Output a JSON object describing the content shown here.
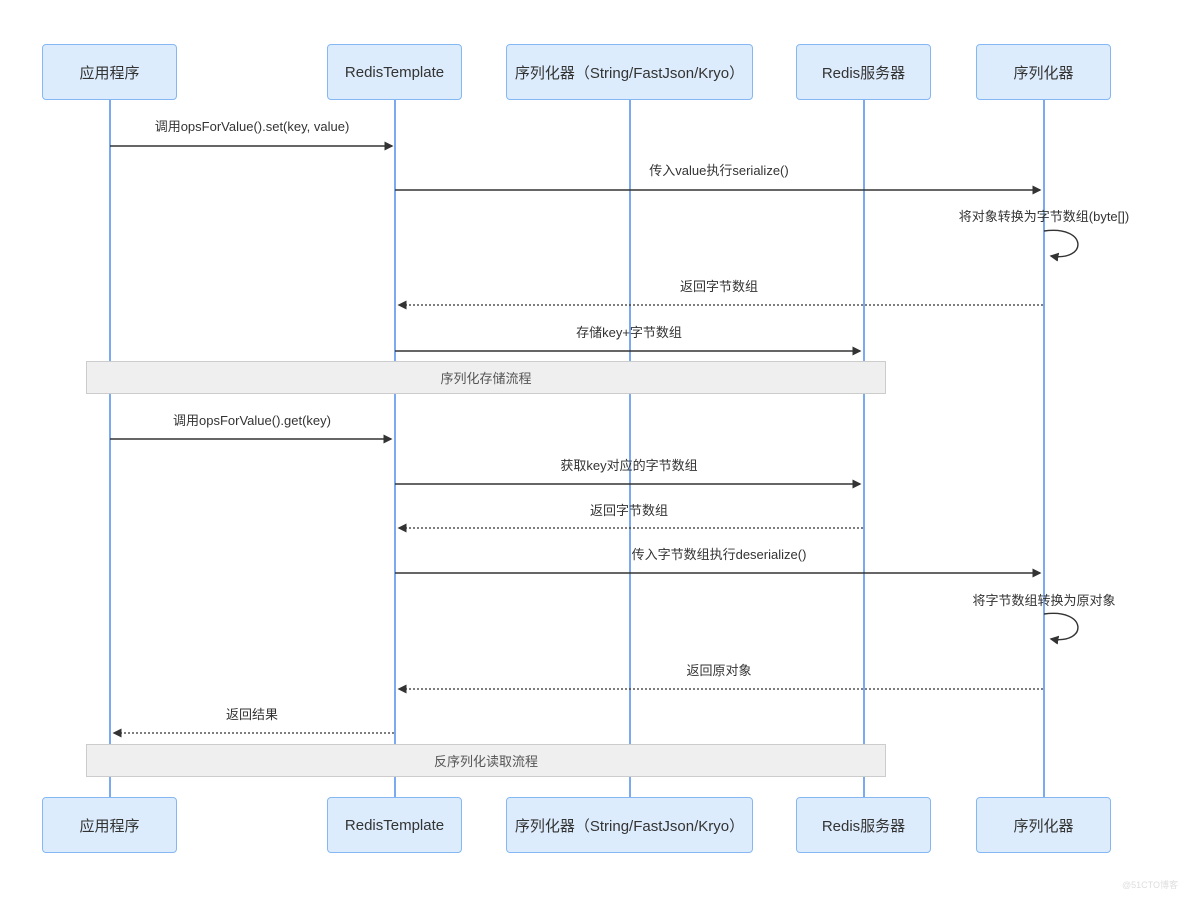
{
  "actors": [
    {
      "label": "应用程序"
    },
    {
      "label": "RedisTemplate"
    },
    {
      "label": "序列化器（String/FastJson/Kryo）"
    },
    {
      "label": "Redis服务器"
    },
    {
      "label": "序列化器"
    }
  ],
  "messages": [
    {
      "label": "调用opsForValue().set(key, value)",
      "from": "应用程序",
      "to": "RedisTemplate",
      "style": "solid"
    },
    {
      "label": "传入value执行serialize()",
      "from": "RedisTemplate",
      "to": "序列化器",
      "style": "solid"
    },
    {
      "label": "将对象转换为字节数组(byte[])",
      "from": "序列化器",
      "to": "序列化器",
      "style": "self"
    },
    {
      "label": "返回字节数组",
      "from": "序列化器",
      "to": "RedisTemplate",
      "style": "dashed"
    },
    {
      "label": "存储key+字节数组",
      "from": "RedisTemplate",
      "to": "Redis服务器",
      "style": "solid"
    },
    {
      "label": "调用opsForValue().get(key)",
      "from": "应用程序",
      "to": "RedisTemplate",
      "style": "solid"
    },
    {
      "label": "获取key对应的字节数组",
      "from": "RedisTemplate",
      "to": "Redis服务器",
      "style": "solid"
    },
    {
      "label": "返回字节数组",
      "from": "Redis服务器",
      "to": "RedisTemplate",
      "style": "dashed"
    },
    {
      "label": "传入字节数组执行deserialize()",
      "from": "RedisTemplate",
      "to": "序列化器",
      "style": "solid"
    },
    {
      "label": "将字节数组转换为原对象",
      "from": "序列化器",
      "to": "序列化器",
      "style": "self"
    },
    {
      "label": "返回原对象",
      "from": "序列化器",
      "to": "RedisTemplate",
      "style": "dashed"
    },
    {
      "label": "返回结果",
      "from": "RedisTemplate",
      "to": "应用程序",
      "style": "dashed"
    }
  ],
  "sections": [
    {
      "label": "序列化存储流程"
    },
    {
      "label": "反序列化读取流程"
    }
  ],
  "watermark": "@51CTO博客",
  "colors": {
    "actor_fill": "#ddecfc",
    "actor_border": "#85b8f3",
    "lifeline": "#7caaf2",
    "arrow": "#333333",
    "section_fill": "#efefef",
    "section_border": "#cccccc",
    "text": "#333333"
  }
}
